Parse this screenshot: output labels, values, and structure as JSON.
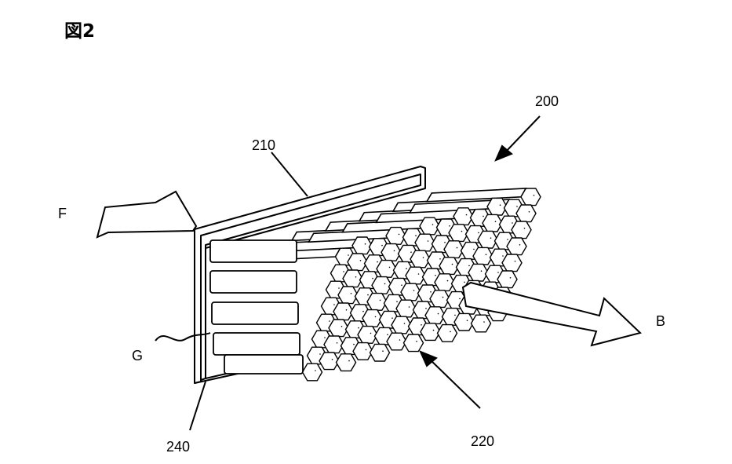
{
  "figure": {
    "title": "図2",
    "labels": {
      "assembly": "200",
      "frame": "210",
      "hex_bundle": "220",
      "edge": "240",
      "front_arrow": "F",
      "back_arrow": "B",
      "gap": "G"
    },
    "hex_grid": {
      "rows": 8,
      "cols": 12
    },
    "colors": {
      "ink": "#000000",
      "face": "#ffffff"
    }
  }
}
